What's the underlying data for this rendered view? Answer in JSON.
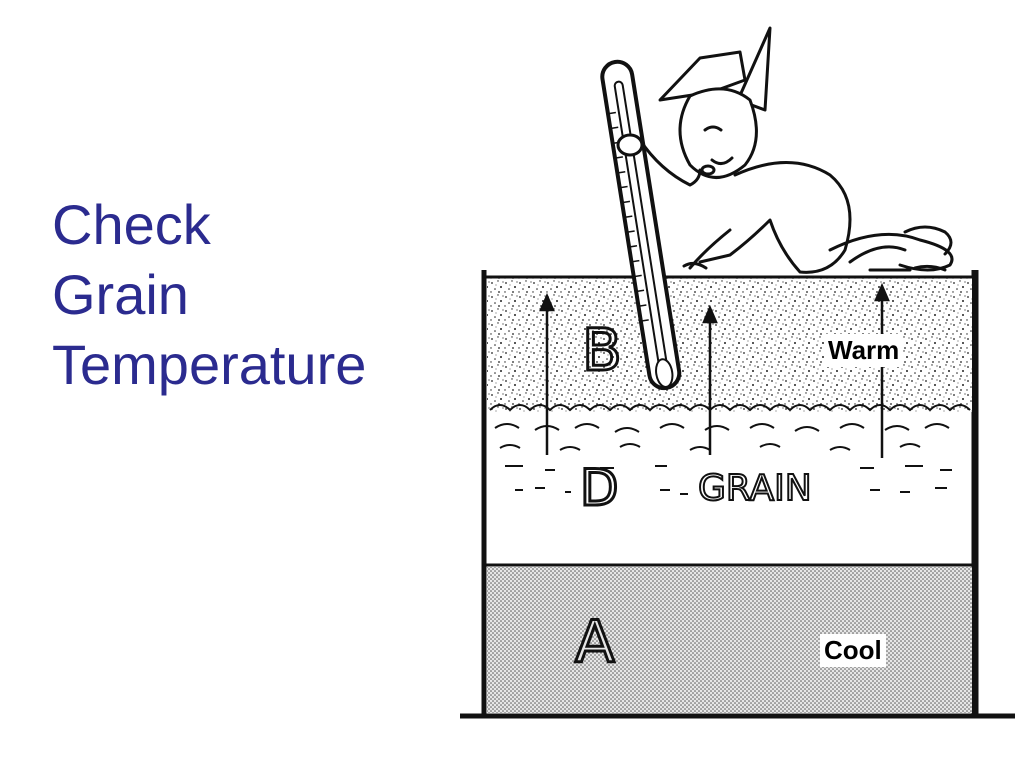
{
  "title": {
    "line1": "Check",
    "line2": "Grain",
    "line3": "Temperature"
  },
  "diagram": {
    "zone_top_letter": "B",
    "zone_middle_letter": "D",
    "zone_middle_word": "GRAIN",
    "zone_bottom_letter": "A",
    "label_warm": "Warm",
    "label_cool": "Cool",
    "colors": {
      "title": "#2b2b8f",
      "ink": "#111111"
    }
  }
}
